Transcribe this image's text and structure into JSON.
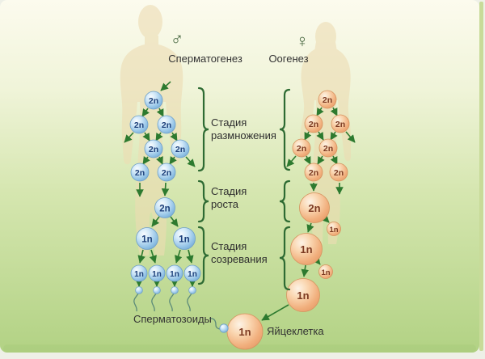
{
  "header": {
    "male_symbol": "♂",
    "male_label": "Сперматогенез",
    "female_symbol": "♀",
    "female_label": "Оогенез"
  },
  "stages": {
    "reproduction": {
      "line1": "Стадия",
      "line2": "размножения"
    },
    "growth": {
      "line1": "Стадия",
      "line2": "роста"
    },
    "maturation": {
      "line1": "Стадия",
      "line2": "созревания"
    }
  },
  "spermatogenesis": {
    "mitotic_cells": [
      "2n",
      "2n",
      "2n",
      "2n",
      "2n",
      "2n",
      "2n"
    ],
    "growth_cell": "2n",
    "secondary_cells": [
      "1n",
      "1n"
    ],
    "spermatid_cells": [
      "1n",
      "1n",
      "1n",
      "1n"
    ],
    "result_label": "Сперматозоиды"
  },
  "oogenesis": {
    "mitotic_cells": [
      "2n",
      "2n",
      "2n",
      "2n",
      "2n",
      "2n",
      "2n"
    ],
    "growth_cell": "2n",
    "polar_body1": "1n",
    "oocyte1": "1n",
    "polar_body2": "1n",
    "oocyte2": "1n",
    "ovum": "1n",
    "result_label": "Яйцеклетка"
  },
  "colors": {
    "male_cell": "#93c3e6",
    "female_cell": "#f1af7d",
    "arrow": "#2d7a2f",
    "brace": "#2e6b33",
    "text": "#333333",
    "background_top": "#fcfbee",
    "background_bottom": "#b2d284",
    "silhouette": "#eddcb3"
  }
}
